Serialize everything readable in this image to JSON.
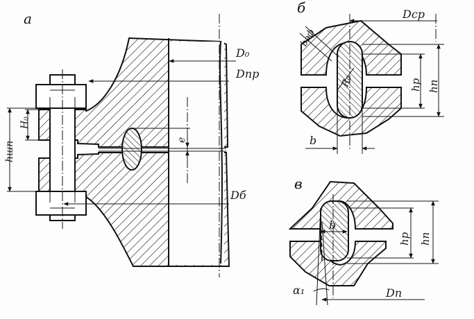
{
  "panels": {
    "a": "а",
    "b": "б",
    "v": "в"
  },
  "labels_a": {
    "D0": "D₀",
    "Dpr": "Dпр",
    "Db": "Dб",
    "H0": "H₀",
    "hsh": "hшп",
    "e": "e"
  },
  "labels_b": {
    "Dsr": "Dср",
    "beff": "bэф",
    "R0": "R₀",
    "hr": "hр",
    "hp": "hп",
    "b": "b"
  },
  "labels_v": {
    "b": "b",
    "hr": "hр",
    "hp": "hп",
    "alpha": "α₁",
    "Dp": "Dп"
  }
}
